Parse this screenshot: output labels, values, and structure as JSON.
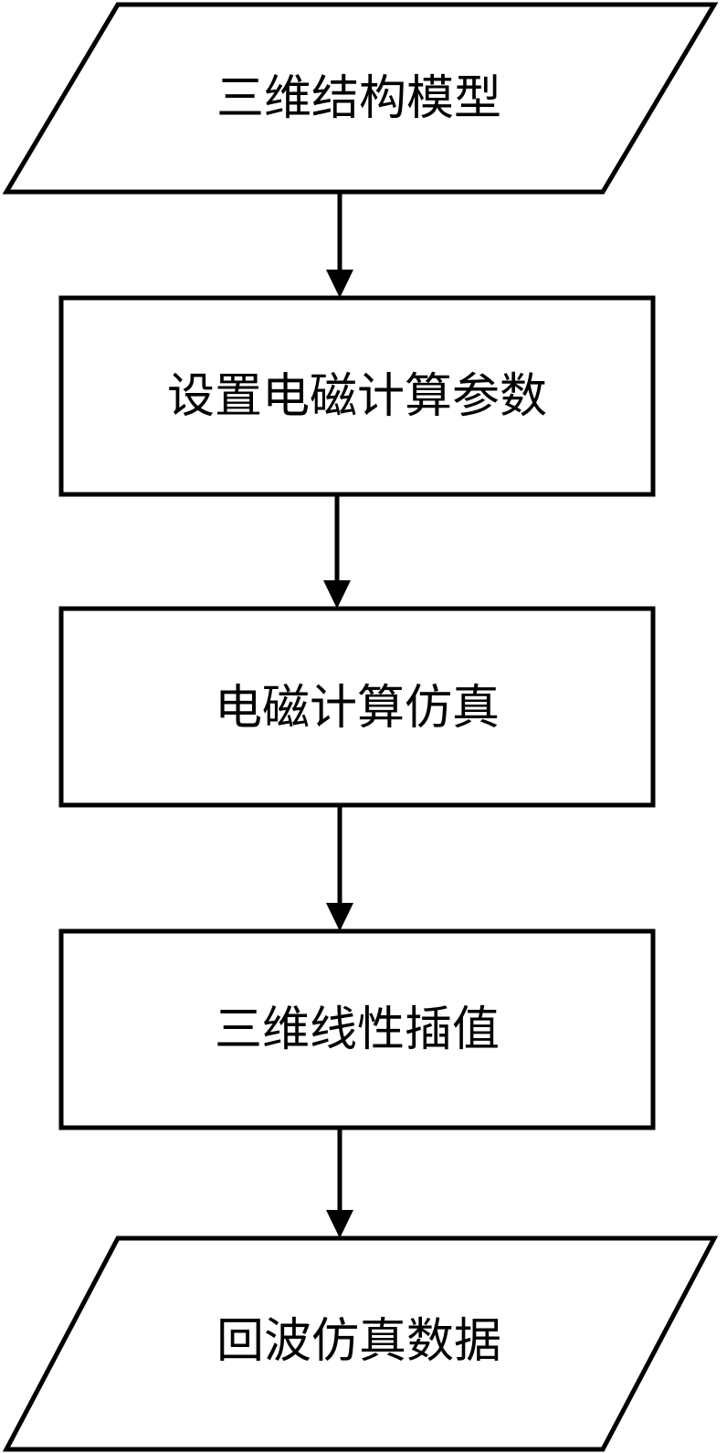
{
  "diagram": {
    "type": "flowchart",
    "direction": "top-to-bottom",
    "nodes": [
      {
        "id": "n1",
        "shape": "parallelogram",
        "label": "三维结构模型"
      },
      {
        "id": "n2",
        "shape": "rectangle",
        "label": "设置电磁计算参数"
      },
      {
        "id": "n3",
        "shape": "rectangle",
        "label": "电磁计算仿真"
      },
      {
        "id": "n4",
        "shape": "rectangle",
        "label": "三维线性插值"
      },
      {
        "id": "n5",
        "shape": "parallelogram",
        "label": "回波仿真数据"
      }
    ],
    "edges": [
      {
        "from": "n1",
        "to": "n2"
      },
      {
        "from": "n2",
        "to": "n3"
      },
      {
        "from": "n3",
        "to": "n4"
      },
      {
        "from": "n4",
        "to": "n5"
      }
    ]
  }
}
